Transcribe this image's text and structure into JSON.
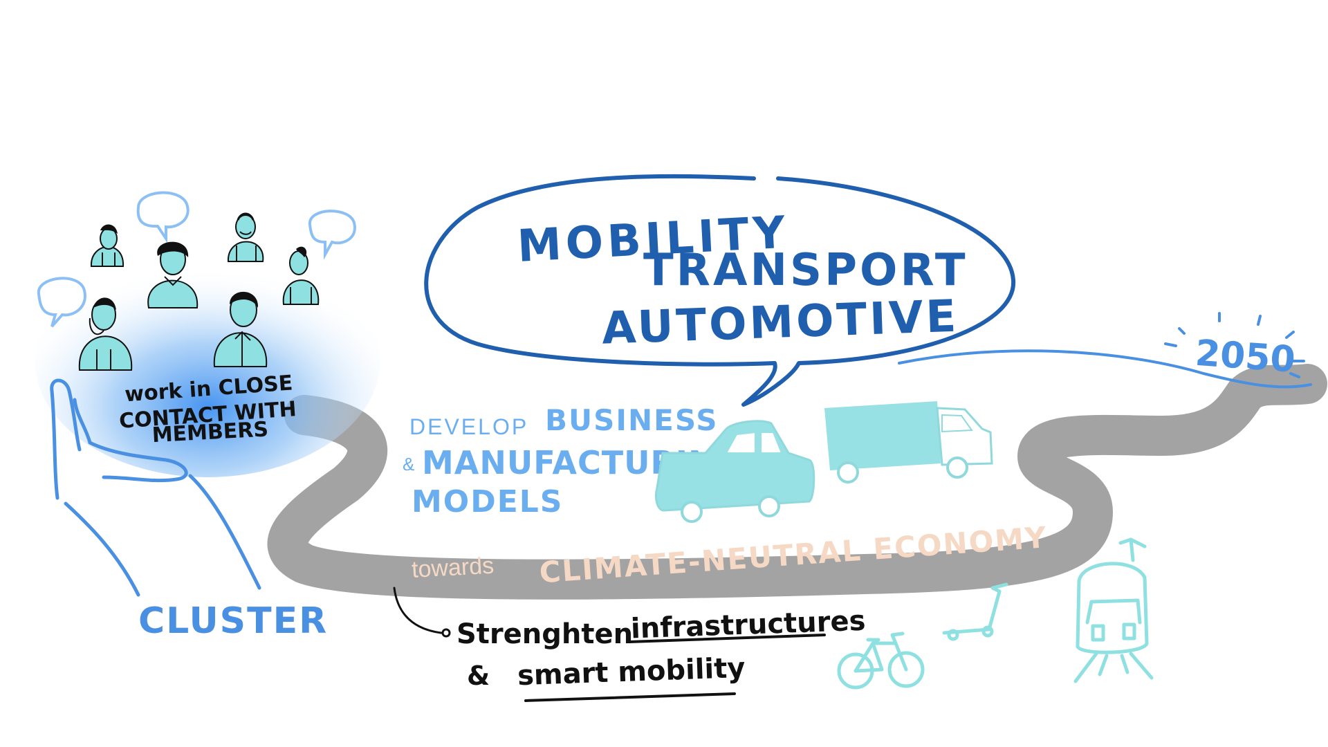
{
  "bubble": {
    "line1": "MOBILITY",
    "line2": "TRANSPORT",
    "line3": "AUTOMOTIVE"
  },
  "cluster": {
    "label": "CLUSTER",
    "note_line1": "work in CLOSE",
    "note_line2": "CONTACT WITH",
    "note_line3": "MEMBERS"
  },
  "develop": {
    "line1_a": "DEVELOP",
    "line1_b": "BUSINESS",
    "line2_amp": "&",
    "line2": "MANUFACTURING",
    "line3": "MODELS"
  },
  "road": {
    "towards": "towards",
    "label": "CLIMATE-NEUTRAL ECONOMY"
  },
  "year": "2050",
  "infrastructure": {
    "line1_a": "Strenghten",
    "line1_b": "infrastructures",
    "line2_amp": "&",
    "line2_b": "smart mobility"
  },
  "colors": {
    "dark_blue": "#1f5fae",
    "mid_blue": "#4a90e2",
    "light_blue": "#6aaef0",
    "teal": "#8fe0e0",
    "teal_stroke": "#7fd4d4",
    "road_grey": "#a3a3a3",
    "peach": "#f6d9c4",
    "black": "#111111"
  }
}
